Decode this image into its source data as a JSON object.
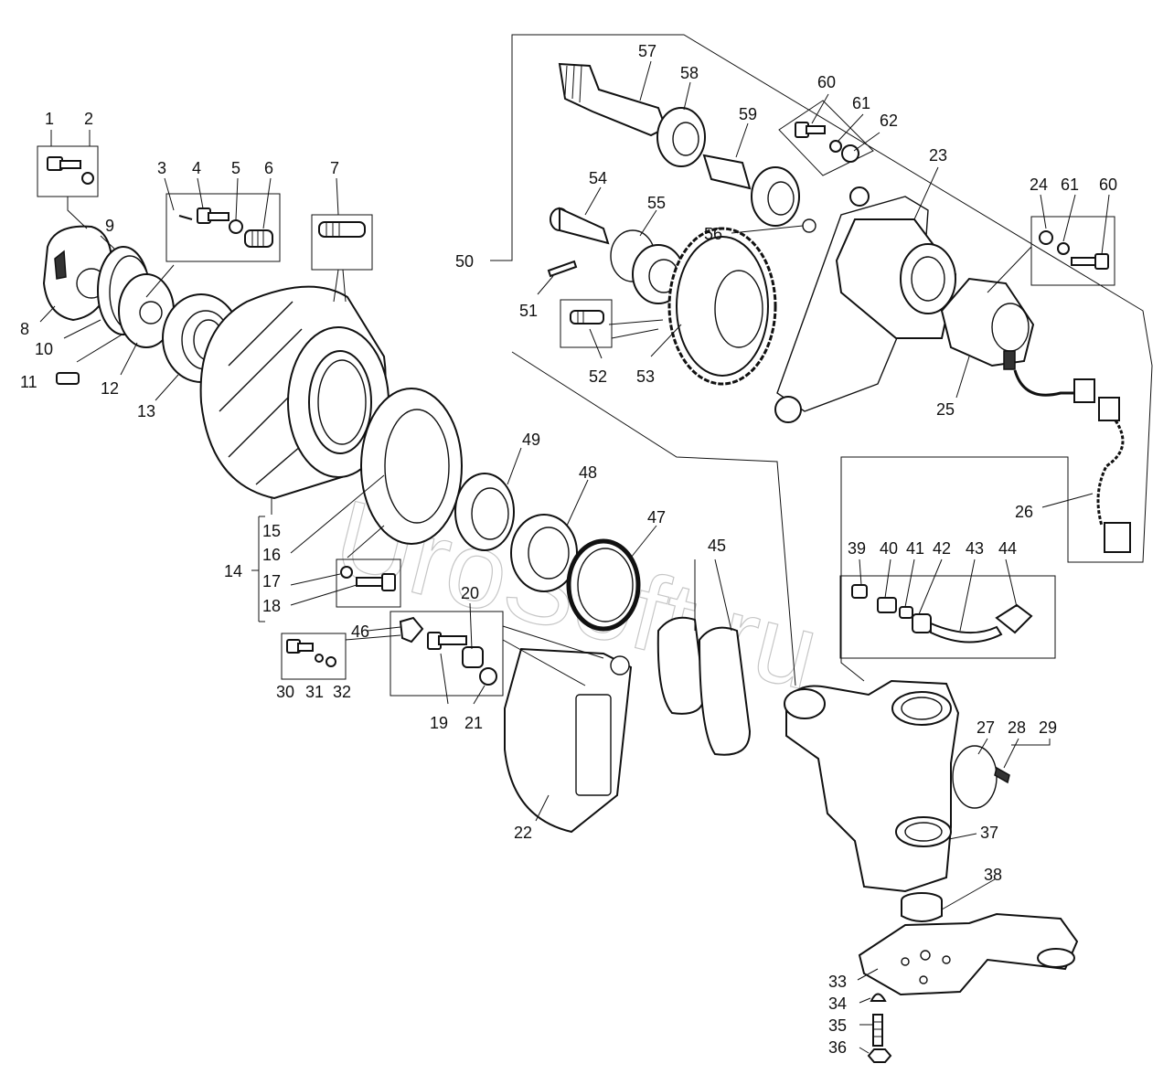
{
  "watermark": "UroSoft.ru",
  "labels": {
    "p1": "1",
    "p2": "2",
    "p3": "3",
    "p4": "4",
    "p5": "5",
    "p6": "6",
    "p7": "7",
    "p8": "8",
    "p9": "9",
    "p10": "10",
    "p11": "11",
    "p12": "12",
    "p13": "13",
    "p14": "14",
    "p15": "15",
    "p16": "16",
    "p17": "17",
    "p18": "18",
    "p19": "19",
    "p20": "20",
    "p21": "21",
    "p22": "22",
    "p23": "23",
    "p24": "24",
    "p25": "25",
    "p26": "26",
    "p27": "27",
    "p28": "28",
    "p29": "29",
    "p30": "30",
    "p31": "31",
    "p32": "32",
    "p33": "33",
    "p34": "34",
    "p35": "35",
    "p36": "36",
    "p37": "37",
    "p38": "38",
    "p39": "39",
    "p40": "40",
    "p41": "41",
    "p42": "42",
    "p43": "43",
    "p44": "44",
    "p45": "45",
    "p46": "46",
    "p47": "47",
    "p48": "48",
    "p49": "49",
    "p50": "50",
    "p51": "51",
    "p52": "52",
    "p53": "53",
    "p54": "54",
    "p55": "55",
    "p56": "56",
    "p57": "57",
    "p58": "58",
    "p59": "59",
    "p60": "60",
    "p61": "61",
    "p62": "62",
    "p60b": "60",
    "p61b": "61"
  }
}
